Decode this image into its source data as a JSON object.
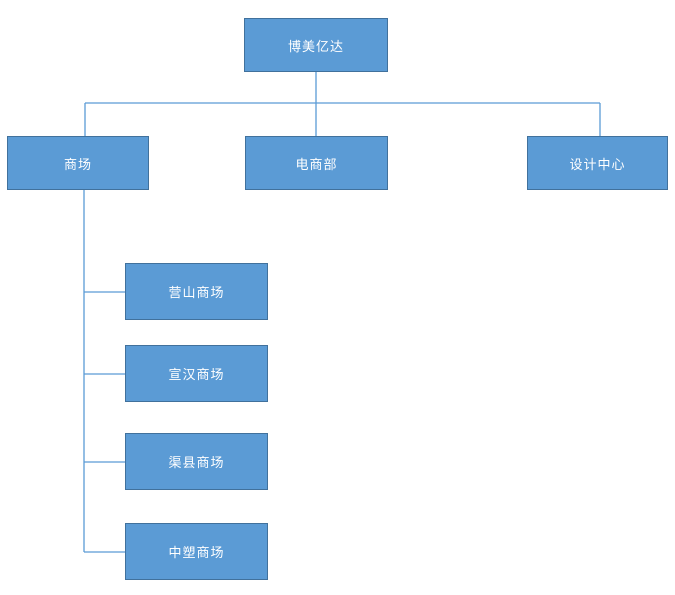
{
  "org_chart": {
    "type": "org-chart",
    "root": {
      "label": "博美亿达"
    },
    "departments": [
      {
        "label": "商场",
        "children": [
          {
            "label": "营山商场"
          },
          {
            "label": "宣汉商场"
          },
          {
            "label": "渠县商场"
          },
          {
            "label": "中塑商场"
          }
        ]
      },
      {
        "label": "电商部",
        "children": []
      },
      {
        "label": "设计中心",
        "children": []
      }
    ],
    "colors": {
      "box_fill": "#5B9BD5",
      "box_border": "#41719C",
      "connector": "#5B9BD5",
      "text": "#FFFFFF",
      "background": "#FFFFFF"
    }
  }
}
